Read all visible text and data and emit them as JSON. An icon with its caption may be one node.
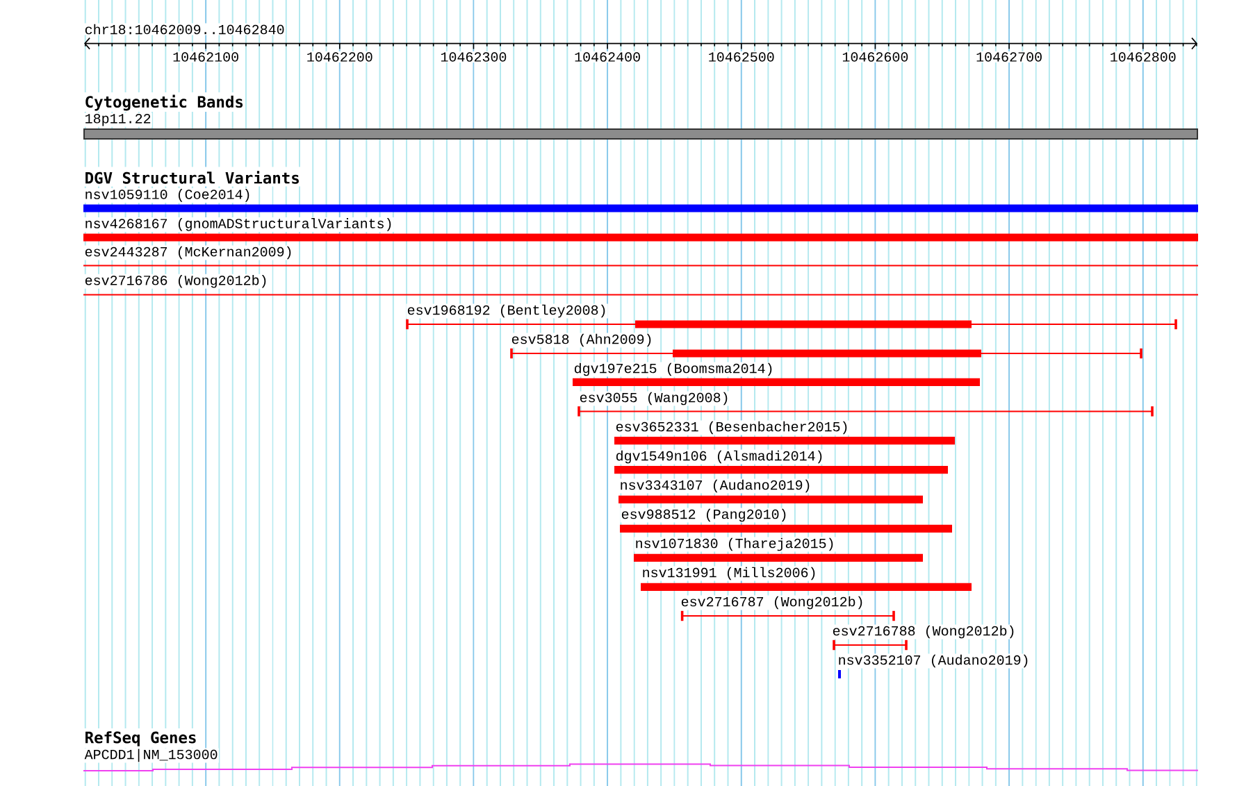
{
  "diagram": {
    "nodes": [
      {
        "text": [
          "18p11.22"
        ]
      },
      {
        "text": [
          "nsv1059110 (Coe2014)"
        ]
      },
      {
        "text": [
          "nsv4268167 (gnomADStructuralVariants)"
        ]
      },
      {
        "text": [
          "esv2443287 (McKernan2009)"
        ]
      },
      {
        "text": [
          "esv2716786 (Wong2012b)"
        ]
      },
      {
        "text": [
          "esv1968192 (Bentley2008)"
        ]
      },
      {
        "text": [
          "esv5818 (Ahn2009)"
        ]
      },
      {
        "text": [
          "dgv197e215 (Boomsma2014)"
        ]
      },
      {
        "text": [
          "esv3055 (Wang2008)"
        ]
      },
      {
        "text": [
          "esv3652331 (Besenbacher2015)"
        ]
      },
      {
        "text": [
          "dgv1549n106 (Alsmadi2014)"
        ]
      },
      {
        "text": [
          "nsv3343107 (Audano2019)"
        ]
      },
      {
        "text": [
          "esv988512 (Pang2010)"
        ]
      },
      {
        "text": [
          "nsv1071830 (Thareja2015)"
        ]
      },
      {
        "text": [
          "nsv131991 (Mills2006)"
        ]
      },
      {
        "text": [
          "esv2716787 (Wong2012b)"
        ]
      },
      {
        "text": [
          "esv2716788 (Wong2012b)"
        ]
      },
      {
        "text": [
          "nsv3352107 (Audano2019)"
        ]
      },
      {
        "text": [
          "APCDD1|NM_153000"
        ]
      }
    ],
    "labels": [
      "chr18:10462009..10462840",
      "10462100",
      "10462200",
      "10462300",
      "10462400",
      "10462500",
      "10462600",
      "10462700",
      "10462800",
      "Cytogenetic Bands",
      "DGV Structural Variants",
      "RefSeq Genes"
    ]
  }
}
